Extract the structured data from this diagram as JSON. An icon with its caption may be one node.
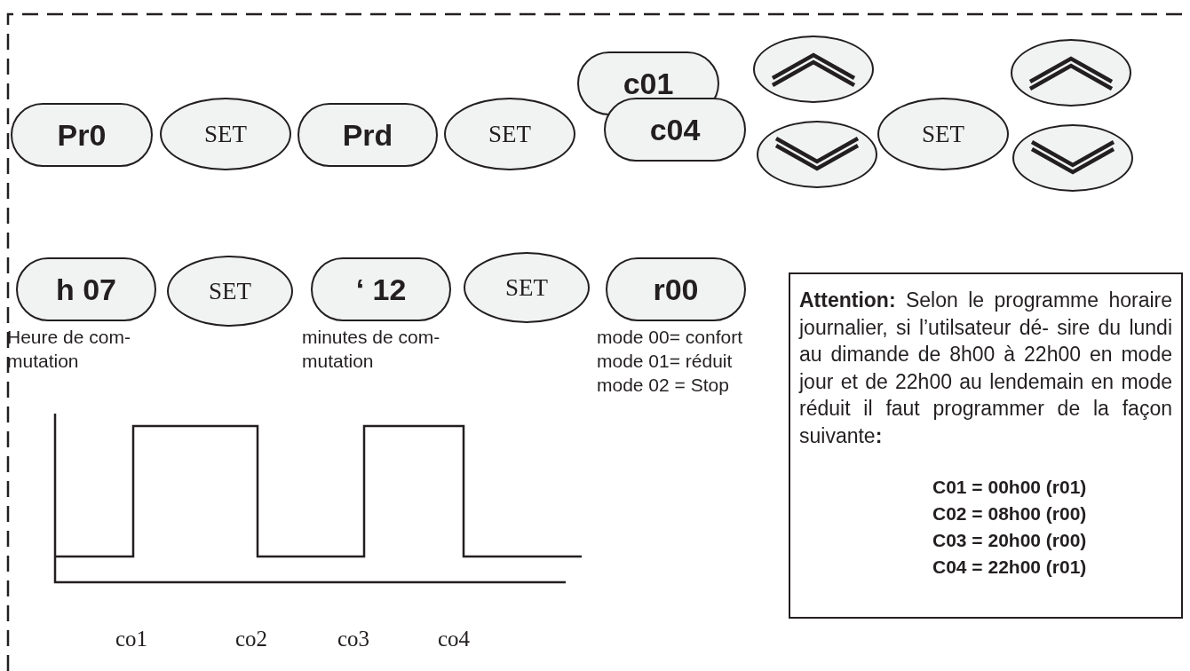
{
  "diagram": {
    "nodes": [
      {
        "text": [
          "Pr0"
        ]
      },
      {
        "text": [
          "SET"
        ]
      },
      {
        "text": [
          "Prd"
        ]
      },
      {
        "text": [
          "SET"
        ]
      },
      {
        "text": [
          "c01"
        ]
      },
      {
        "text": [
          "c04"
        ]
      },
      {
        "text": [],
        "shape": "ellipse"
      },
      {
        "text": [],
        "shape": "ellipse"
      },
      {
        "text": [
          "SET"
        ]
      },
      {
        "text": [],
        "shape": "ellipse"
      },
      {
        "text": [],
        "shape": "ellipse"
      },
      {
        "text": [
          "h 07"
        ],
        "beside": [
          "Heure de com- mutation"
        ]
      },
      {
        "text": [
          "SET"
        ]
      },
      {
        "text": [
          "‘ 12"
        ],
        "beside": [
          "minutes de com- mutation"
        ]
      },
      {
        "text": [
          "SET"
        ]
      },
      {
        "text": [
          "r00"
        ],
        "beside": [
          "mode 00= confort",
          "mode 01= réduit",
          "mode 02 = Stop"
        ]
      },
      {
        "text": [
          "**Attention:** Selon le programme horaire journalier, si l’utilsateur dé- sire du lundi au dimande de 8h00 à 22h00 en mode jour et de 22h00 au lendemain en mode réduit il faut programmer de la façon suivante**:**",
          "C01 = 00h00 (r01)",
          "C02 = 08h00 (r00)",
          "C03 = 20h00 (r00)",
          "C04 = 22h00 (r01)"
        ]
      }
    ],
    "edges": [],
    "labels": [
      "co1",
      "co2",
      "co3",
      "co4"
    ]
  }
}
